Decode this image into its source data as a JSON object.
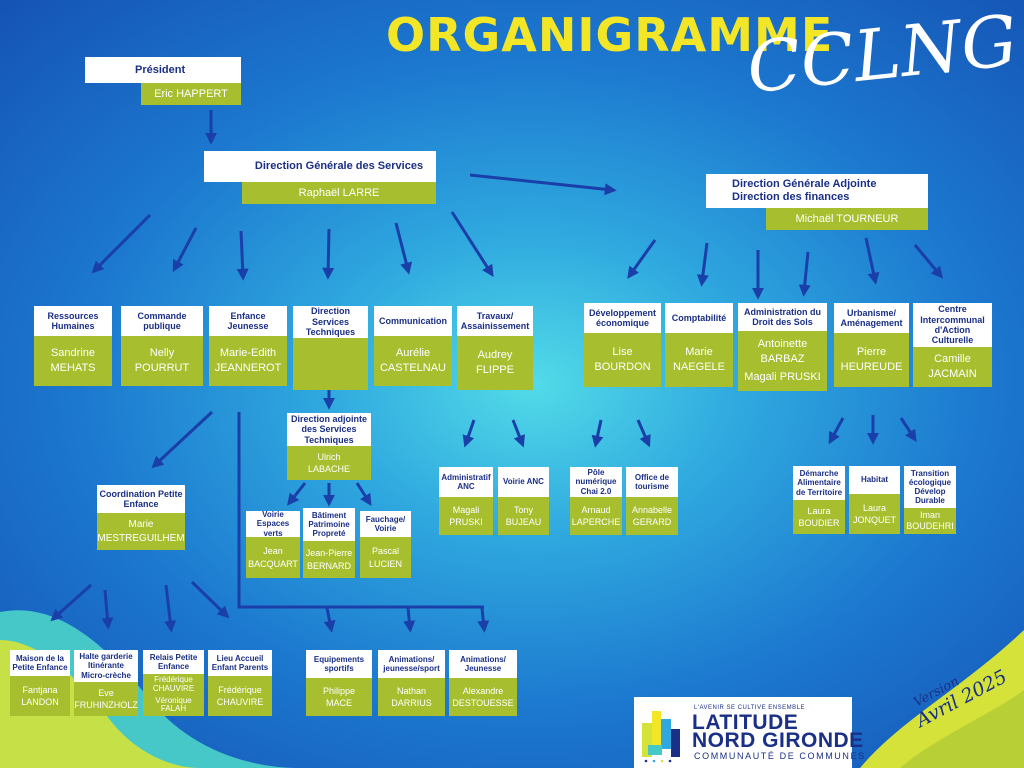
{
  "title": "ORGANIGRAMME",
  "title_script": "CCLNG",
  "colors": {
    "header_text": "#1a2f86",
    "name_bg": "#a7bf2f",
    "title": "#f2e626",
    "arrow": "#1a3fa8"
  },
  "nodes": {
    "president": {
      "title": "Président",
      "name": [
        "Eric HAPPERT"
      ]
    },
    "dgs": {
      "title": "Direction Générale des Services",
      "name": [
        "Raphaël LARRE"
      ]
    },
    "dga": {
      "title": "Direction Générale Adjointe Direction des finances",
      "name": [
        "Michaël TOURNEUR"
      ]
    },
    "rh": {
      "title": "Ressources Humaines",
      "name": [
        "Sandrine",
        "MEHATS"
      ]
    },
    "commande": {
      "title": "Commande publique",
      "name": [
        "Nelly",
        "POURRUT"
      ]
    },
    "enfance": {
      "title": "Enfance Jeunesse",
      "name": [
        "Marie-Edith",
        "JEANNEROT"
      ]
    },
    "dst": {
      "title": "Direction Services Techniques",
      "name": []
    },
    "communication": {
      "title": "Communication",
      "name": [
        "Aurélie",
        "CASTELNAU"
      ]
    },
    "travaux": {
      "title": "Travaux/ Assainissement",
      "name": [
        "Audrey",
        "FLIPPE"
      ]
    },
    "devco": {
      "title": "Développement économique",
      "name": [
        "Lise",
        "BOURDON"
      ]
    },
    "compta": {
      "title": "Comptabilité",
      "name": [
        "Marie",
        "NAEGELE"
      ]
    },
    "ads": {
      "title": "Administration du Droit des Sols",
      "name": [
        "Antoinette",
        "BARBAZ",
        "Magali PRUSKI"
      ]
    },
    "urba": {
      "title": "Urbanisme/ Aménagement",
      "name": [
        "Pierre",
        "HEUREUDE"
      ]
    },
    "cias": {
      "title": "Centre Intercommunal d'Action Culturelle",
      "name": [
        "Camille",
        "JACMAIN"
      ]
    },
    "dast": {
      "title": "Direction adjointe des Services Techniques",
      "name": [
        "Ulrich",
        "LABACHE"
      ]
    },
    "coord": {
      "title": "Coordination Petite Enfance",
      "name": [
        "Marie",
        "MESTREGUILHEM"
      ]
    },
    "voirie_ev": {
      "title": "Voirie Espaces verts",
      "name": [
        "Jean",
        "BACQUART"
      ]
    },
    "batiment": {
      "title": "Bâtiment Patrimoine Propreté",
      "name": [
        "Jean-Pierre",
        "BERNARD"
      ]
    },
    "fauchage": {
      "title": "Fauchage/ Voirie",
      "name": [
        "Pascal",
        "LUCIEN"
      ]
    },
    "admin_anc": {
      "title": "Administratif ANC",
      "name": [
        "Magali",
        "PRUSKI"
      ]
    },
    "voirie_anc": {
      "title": "Voirie ANC",
      "name": [
        "Tony",
        "BUJEAU"
      ]
    },
    "pole_num": {
      "title": "Pôle numérique Chai 2.0",
      "name": [
        "Arnaud",
        "LAPERCHE"
      ]
    },
    "tourisme": {
      "title": "Office de tourisme",
      "name": [
        "Annabelle",
        "GERARD"
      ]
    },
    "demarche": {
      "title": "Démarche Alimentaire de Territoire",
      "name": [
        "Laura",
        "BOUDIER"
      ]
    },
    "habitat": {
      "title": "Habitat",
      "name": [
        "Laura",
        "JONQUET"
      ]
    },
    "transition": {
      "title": "Transition écologique Dévelop Durable",
      "name": [
        "Iman",
        "BOUDEHRI"
      ]
    },
    "maison_pe": {
      "title": "Maison de la Petite Enfance",
      "name": [
        "Fantjana",
        "LANDON"
      ]
    },
    "halte": {
      "title": "Halte garderie Itinérante Micro-crèche",
      "name": [
        "Eve",
        "FRUHINZHOLZ"
      ]
    },
    "relais": {
      "title": "Relais Petite Enfance",
      "name": [
        "Frédérique",
        "CHAUVIRE",
        "Véronique",
        "FALAH"
      ]
    },
    "lieu_accueil": {
      "title": "Lieu Accueil Enfant Parents",
      "name": [
        "Frédérique",
        "CHAUVIRE"
      ]
    },
    "equipements": {
      "title": "Equipements sportifs",
      "name": [
        "Philippe",
        "MACE"
      ]
    },
    "anim_sport": {
      "title": "Animations/ jeunesse/sport",
      "name": [
        "Nathan",
        "DARRIUS"
      ]
    },
    "anim_jeunesse": {
      "title": "Animations/ Jeunesse",
      "name": [
        "Alexandre",
        "DESTOUESSE"
      ]
    }
  },
  "logo": {
    "tagline": "L'AVENIR SE CULTIVE ENSEMBLE",
    "line1": "LATITUDE",
    "line2": "NORD GIRONDE",
    "line3": "COMMUNAUTÉ DE COMMUNES"
  },
  "version": {
    "line1": "Version",
    "line2": "Avril 2025"
  }
}
